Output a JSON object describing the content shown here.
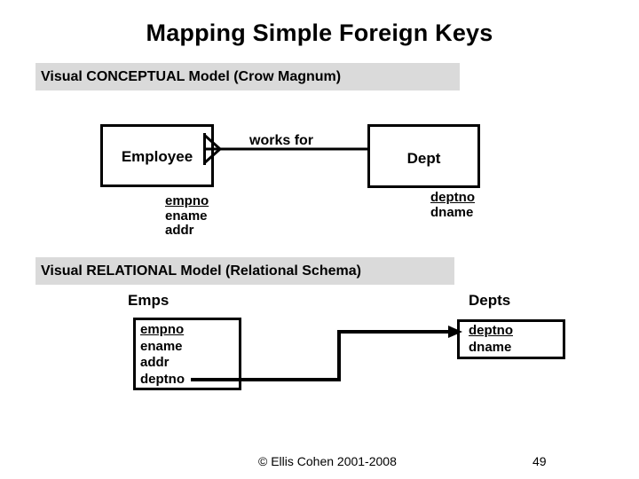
{
  "slide": {
    "title": "Mapping Simple Foreign Keys",
    "page_number": "49",
    "copyright": "© Ellis Cohen 2001-2008",
    "background_color": "#ffffff",
    "bar_color": "#dadada",
    "line_color": "#000000"
  },
  "conceptual": {
    "section_label": "Visual CONCEPTUAL Model (Crow Magnum)",
    "relationship_label": "works for",
    "entities": [
      {
        "name": "Employee",
        "attributes": [
          {
            "label": "empno",
            "key": true
          },
          {
            "label": "ename",
            "key": false
          },
          {
            "label": "addr",
            "key": false
          }
        ]
      },
      {
        "name": "Dept",
        "attributes": [
          {
            "label": "deptno",
            "key": true
          },
          {
            "label": "dname",
            "key": false
          }
        ]
      }
    ],
    "connector": {
      "notation": "crows-foot",
      "from": "Employee",
      "to": "Dept",
      "many_end": "Employee"
    }
  },
  "relational": {
    "section_label": "Visual RELATIONAL Model (Relational Schema)",
    "tables": [
      {
        "name": "Emps",
        "columns": [
          {
            "label": "empno",
            "key": true
          },
          {
            "label": "ename",
            "key": false
          },
          {
            "label": "addr",
            "key": false
          },
          {
            "label": "deptno",
            "key": false
          }
        ]
      },
      {
        "name": "Depts",
        "columns": [
          {
            "label": "deptno",
            "key": true
          },
          {
            "label": "dname",
            "key": false
          }
        ]
      }
    ],
    "foreign_key": {
      "from_table": "Emps",
      "from_column": "deptno",
      "to_table": "Depts",
      "to_column": "deptno",
      "arrow": "arrowhead"
    }
  }
}
